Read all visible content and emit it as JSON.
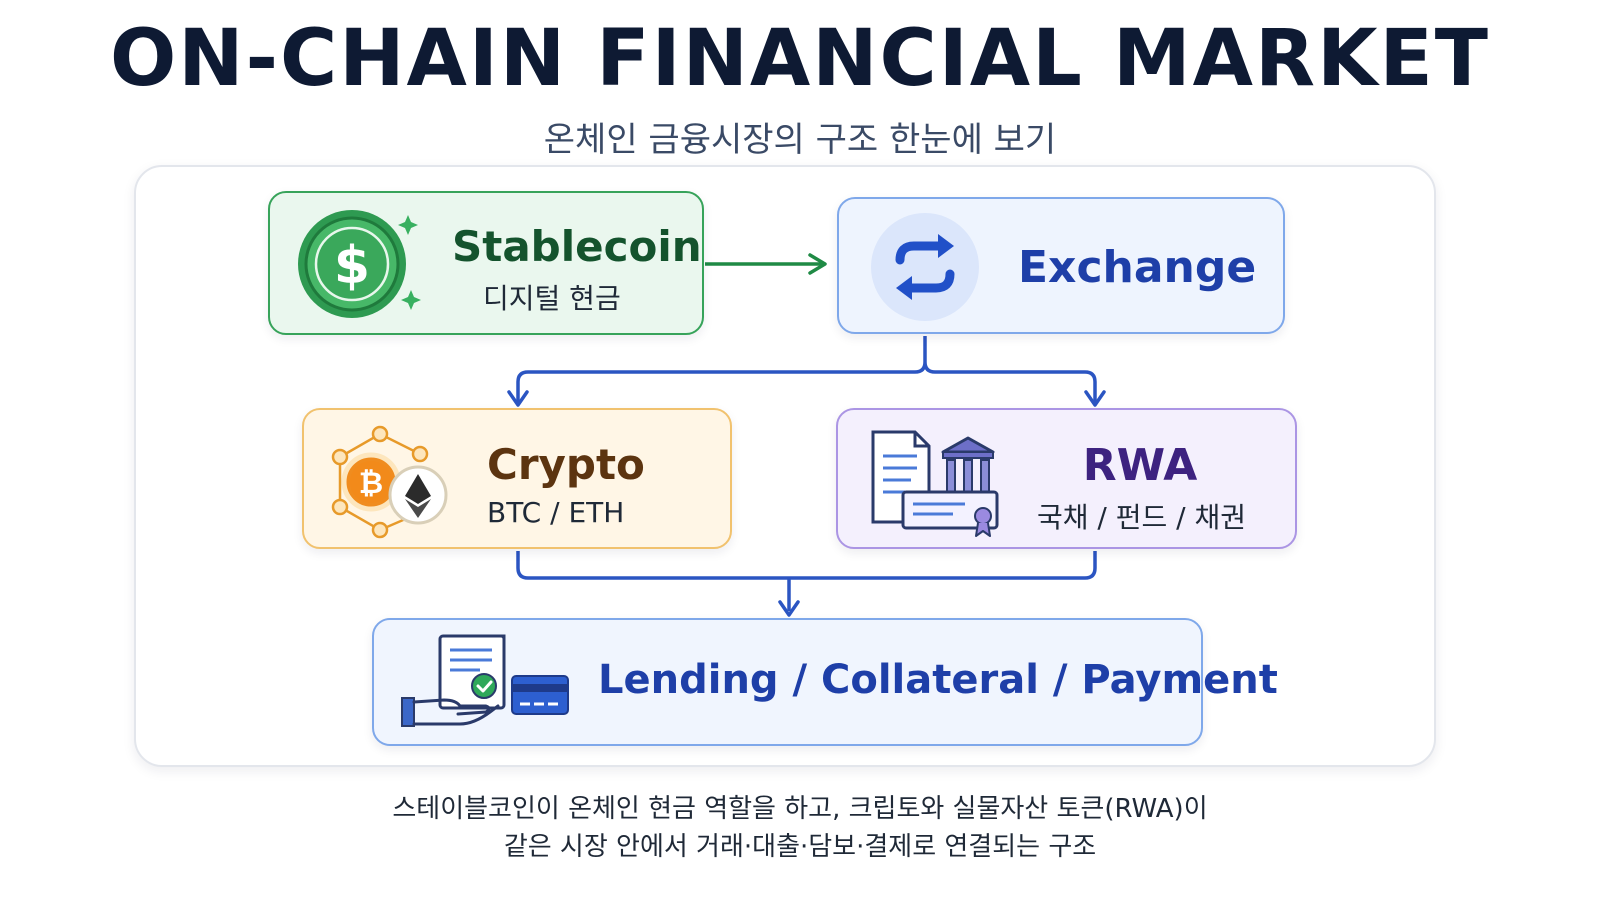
{
  "header": {
    "title": "ON-CHAIN FINANCIAL MARKET",
    "subtitle": "온체인 금융시장의 구조 한눈에 보기"
  },
  "nodes": {
    "stablecoin": {
      "title": "Stablecoin",
      "subtitle": "디지털 현금",
      "icon": "dollar-coin-icon",
      "color": "#37a35a"
    },
    "exchange": {
      "title": "Exchange",
      "icon": "swap-arrows-icon",
      "color": "#1e3fa8"
    },
    "crypto": {
      "title": "Crypto",
      "subtitle": "BTC / ETH",
      "icon": "btc-eth-network-icon",
      "color": "#f1c26e"
    },
    "rwa": {
      "title": "RWA",
      "subtitle": "국채 / 펀드 / 채권",
      "icon": "document-bank-certificate-icon",
      "color": "#ab95e4"
    },
    "lending": {
      "title": "Lending / Collateral / Payment",
      "icon": "hand-document-card-icon",
      "color": "#1e3fa8"
    }
  },
  "footer": {
    "line1": "스테이블코인이 온체인 현금 역할을 하고, 크립토와 실물자산 토큰(RWA)이",
    "line2": "같은 시장 안에서 거래·대출·담보·결제로 연결되는 구조"
  }
}
